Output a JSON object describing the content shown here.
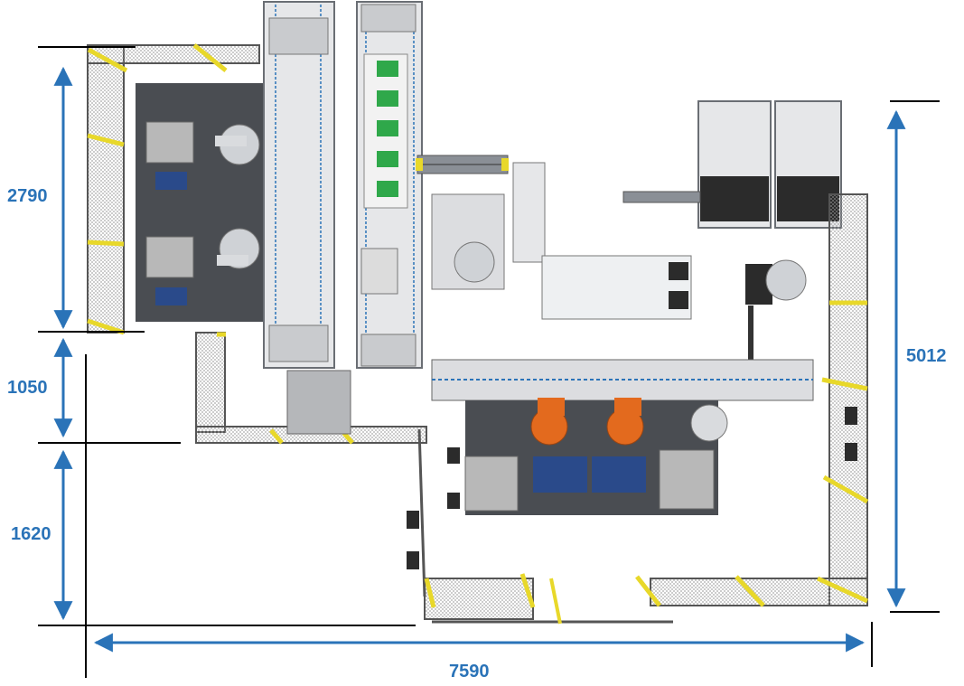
{
  "dimensions": {
    "height_left_top": "2790",
    "height_left_mid": "1050",
    "height_left_bottom": "1620",
    "height_right": "5012",
    "width_bottom": "7590"
  },
  "colors": {
    "dimension_blue": "#2a73b8",
    "fence_yellow": "#e8d82a",
    "robot_orange": "#e36a1e",
    "fixture_green": "#2fa84a",
    "frame_gray": "#8a8f96",
    "base_dark": "#4a4d52"
  },
  "icons": [
    "industrial-robot-icon",
    "safety-fence-icon",
    "conveyor-icon",
    "storage-rack-icon"
  ]
}
